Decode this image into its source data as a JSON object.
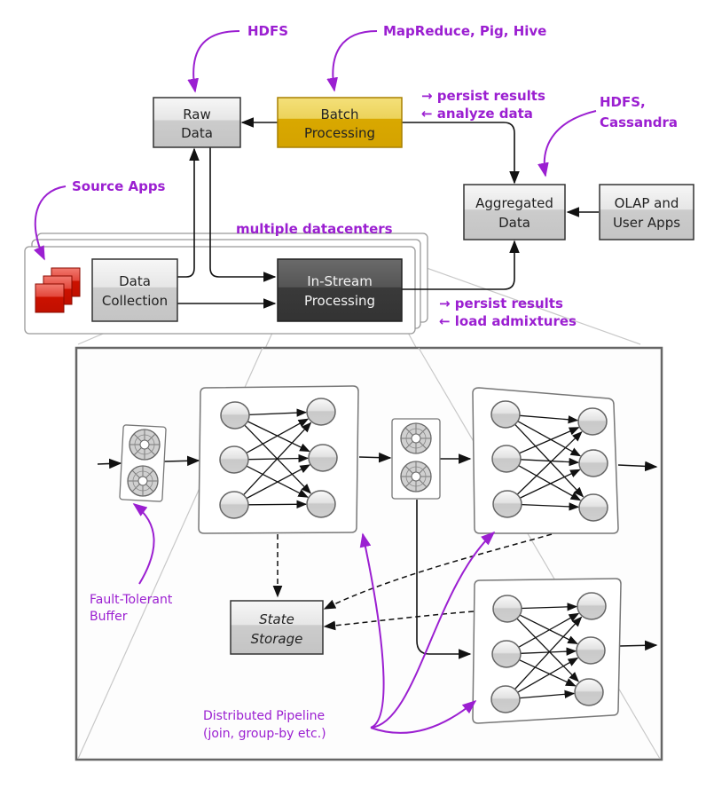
{
  "diagram": {
    "nodes": {
      "raw_data": [
        "Raw",
        "Data"
      ],
      "batch_processing": [
        "Batch",
        "Processing"
      ],
      "aggregated_data": [
        "Aggregated",
        "Data"
      ],
      "olap_user_apps": [
        "OLAP and",
        "User Apps"
      ],
      "data_collection": [
        "Data",
        "Collection"
      ],
      "in_stream_processing": [
        "In-Stream",
        "Processing"
      ],
      "state_storage": [
        "State",
        "Storage"
      ]
    },
    "annotations": {
      "hdfs": "HDFS",
      "batch_tools": "MapReduce, Pig, Hive",
      "batch_io": [
        "→ persist results",
        "← analyze data"
      ],
      "aggregated_store": [
        "HDFS,",
        "Cassandra"
      ],
      "source_apps": "Source Apps",
      "datacenters": "multiple datacenters",
      "stream_io": [
        "→ persist results",
        "← load admixtures"
      ],
      "buffer": [
        "Fault-Tolerant",
        "Buffer"
      ],
      "pipeline": [
        "Distributed Pipeline",
        "(join, group-by etc.)"
      ]
    },
    "colors": {
      "annotation": "#9b1fd1",
      "batch_box": "#d9a800",
      "stream_box": "#3a3a3a",
      "source_apps": "#cc1100",
      "neutral_box": "#cfcfcf"
    }
  }
}
